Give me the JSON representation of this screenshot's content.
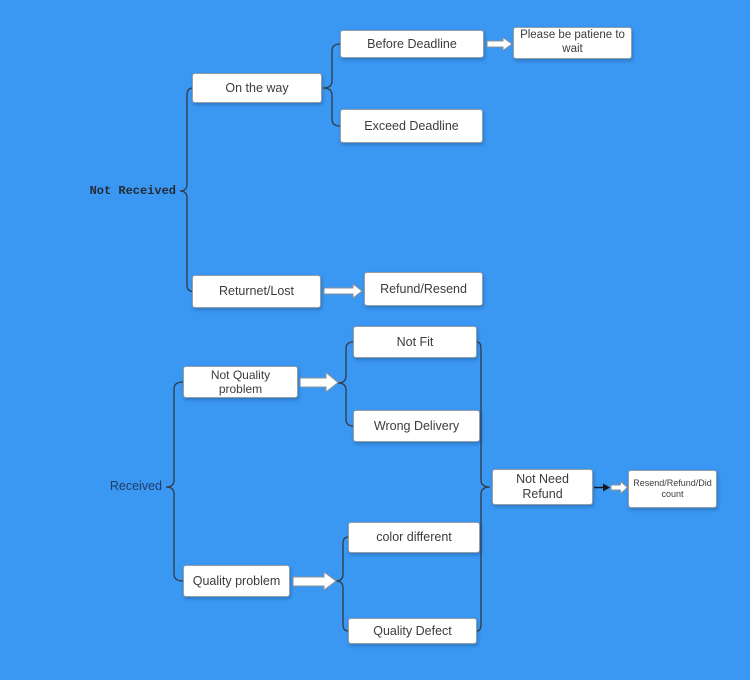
{
  "diagram_type": "flowchart",
  "colors": {
    "background": "#3A97F2",
    "node_fill": "#FFFFFF",
    "node_border": "#979EA6",
    "node_text": "#3C3C3C",
    "connector_line": "#333A44",
    "block_arrow_fill": "#FFFFFF",
    "not_received_label_text": "#262B33",
    "received_label_text": "#1F3D66"
  },
  "groups": {
    "not_received": {
      "label": "Not Received"
    },
    "received": {
      "label": "Received"
    }
  },
  "nodes": {
    "on_the_way": {
      "label": "On the way"
    },
    "before_deadline": {
      "label": "Before Deadline"
    },
    "please_be_patiene": {
      "label": "Please be patiene to wait"
    },
    "exceed_deadline": {
      "label": "Exceed Deadline"
    },
    "returnet_lost": {
      "label": "Returnet/Lost"
    },
    "refund_resend": {
      "label": "Refund/Resend"
    },
    "not_quality_problem": {
      "label": "Not Quality problem"
    },
    "not_fit": {
      "label": "Not Fit"
    },
    "wrong_delivery": {
      "label": "Wrong Delivery"
    },
    "not_need_refund": {
      "label": "Not Need Refund"
    },
    "resend_refund_did_count": {
      "label": "Resend/Refund/Did count"
    },
    "color_different": {
      "label": "color different"
    },
    "quality_problem": {
      "label": "Quality problem"
    },
    "quality_defect": {
      "label": "Quality Defect"
    }
  },
  "edges": [
    {
      "from": "Not Received",
      "to": "On the way",
      "connector": "brace"
    },
    {
      "from": "Not Received",
      "to": "Returnet/Lost",
      "connector": "brace"
    },
    {
      "from": "On the way",
      "to": "Before Deadline",
      "connector": "brace"
    },
    {
      "from": "On the way",
      "to": "Exceed Deadline",
      "connector": "brace"
    },
    {
      "from": "Before Deadline",
      "to": "Please be patiene to wait",
      "connector": "block-arrow"
    },
    {
      "from": "Returnet/Lost",
      "to": "Refund/Resend",
      "connector": "block-arrow"
    },
    {
      "from": "Received",
      "to": "Not Quality problem",
      "connector": "brace"
    },
    {
      "from": "Received",
      "to": "Quality problem",
      "connector": "brace"
    },
    {
      "from": "Not Quality problem",
      "to": "Not Fit",
      "connector": "block-arrow + brace"
    },
    {
      "from": "Not Quality problem",
      "to": "Wrong Delivery",
      "connector": "block-arrow + brace"
    },
    {
      "from": "Quality problem",
      "to": "color different",
      "connector": "block-arrow + brace"
    },
    {
      "from": "Quality problem",
      "to": "Quality Defect",
      "connector": "block-arrow + brace"
    },
    {
      "from": "Not Fit",
      "to": "Not Need Refund",
      "connector": "brace"
    },
    {
      "from": "Wrong Delivery",
      "to": "Not Need Refund",
      "connector": "brace"
    },
    {
      "from": "color different",
      "to": "Not Need Refund",
      "connector": "brace"
    },
    {
      "from": "Quality Defect",
      "to": "Not Need Refund",
      "connector": "brace"
    },
    {
      "from": "Not Need Refund",
      "to": "Resend/Refund/Did count",
      "connector": "line-arrow + block-arrow"
    }
  ]
}
